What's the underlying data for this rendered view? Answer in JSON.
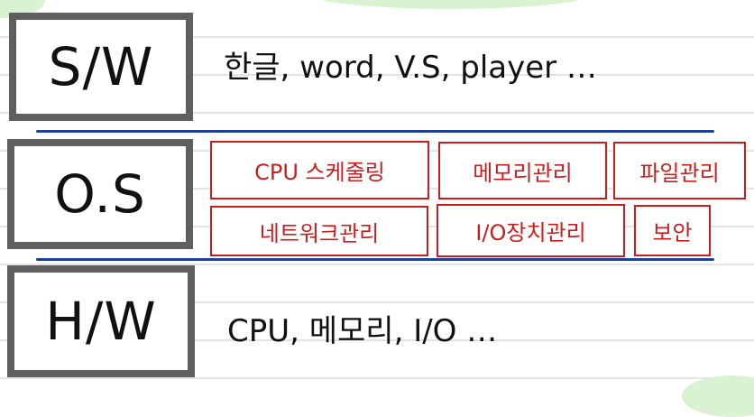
{
  "layers": [
    {
      "label": "S/W",
      "description": "한글, word, V.S, player …"
    },
    {
      "label": "O.S",
      "functions": [
        "CPU 스케줄링",
        "메모리관리",
        "파일관리",
        "네트워크관리",
        "I/O장치관리",
        "보안"
      ]
    },
    {
      "label": "H/W",
      "description": "CPU, 메모리, I/O …"
    }
  ],
  "colors": {
    "box_border": "#5f5f5f",
    "divider": "#1e3f9a",
    "function_box": "#c81e1e",
    "text": "#111111",
    "ruled_lines": "#e4e4e4",
    "accent_green": "#d9f3d2"
  }
}
